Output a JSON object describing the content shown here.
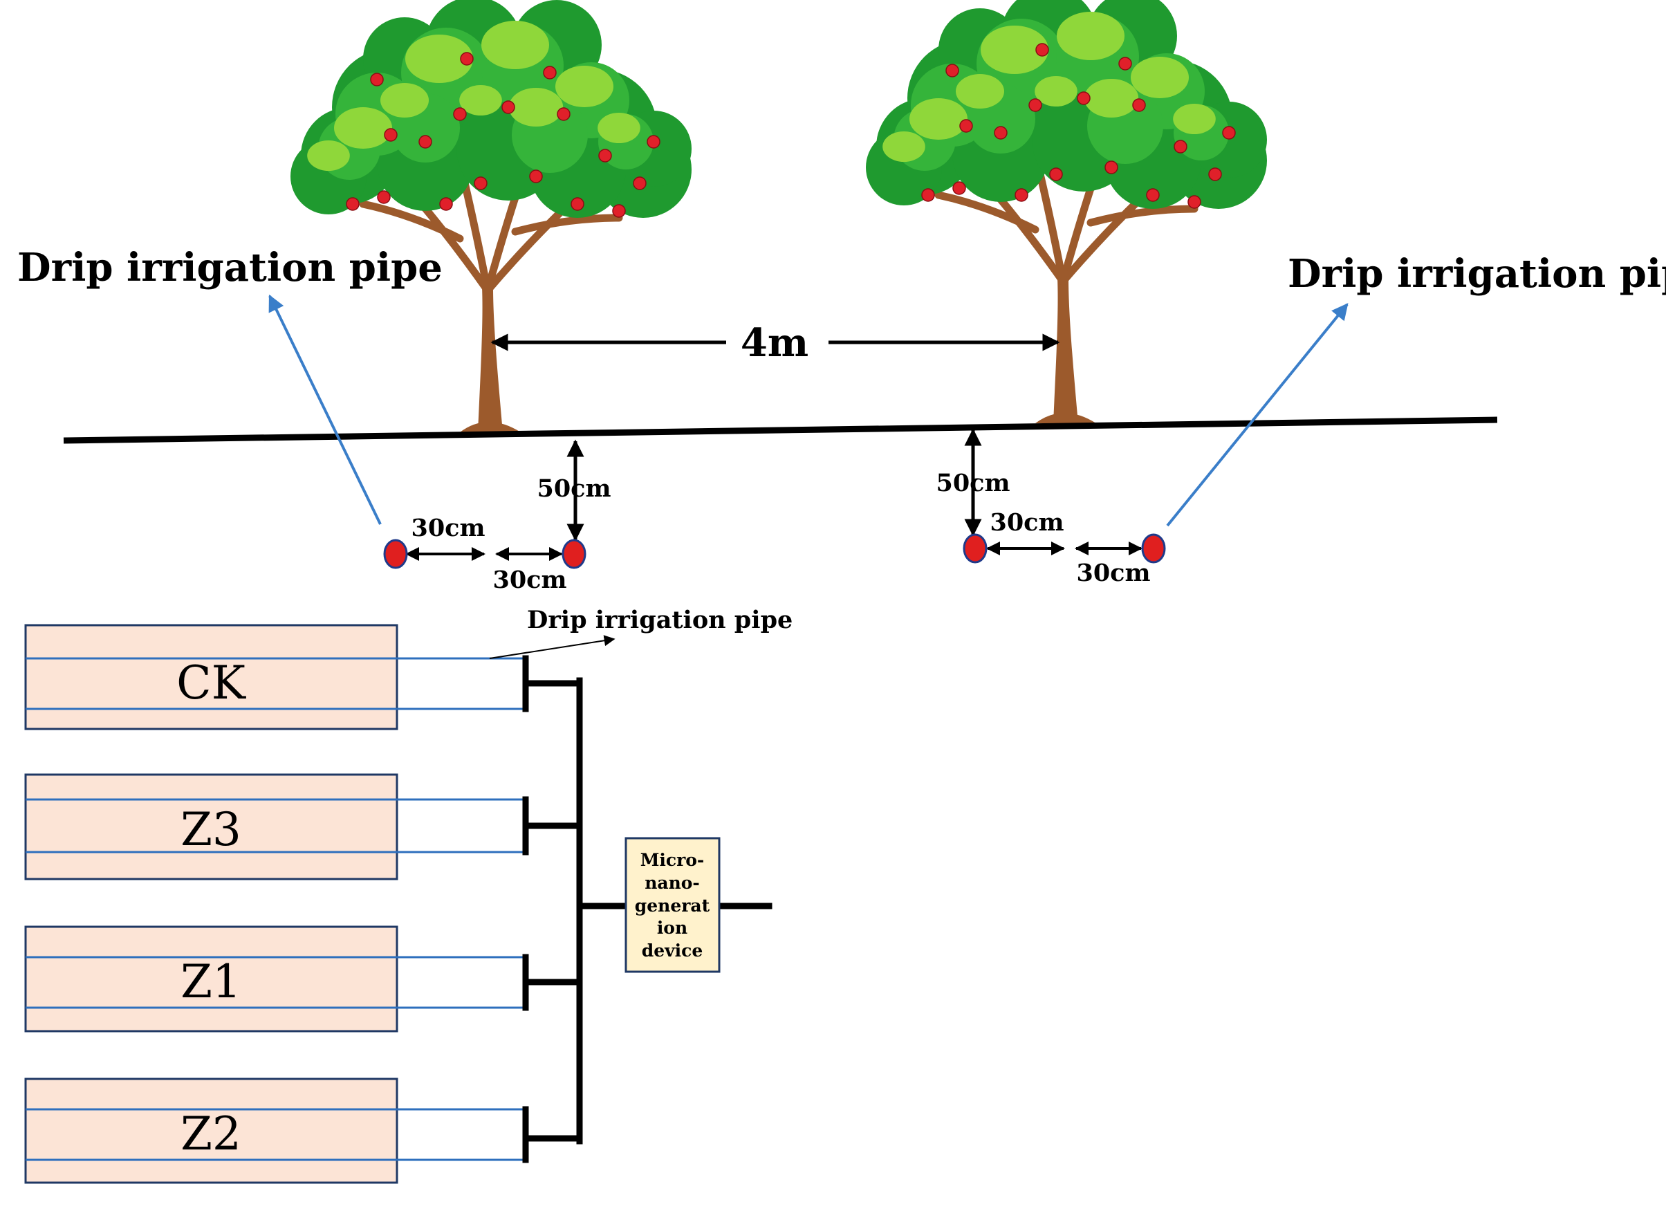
{
  "top_labels": {
    "pipe_left": "Drip irrigation pipe",
    "pipe_right": "Drip irrigation pipe",
    "tree_spacing": "4m",
    "depth_left": "50cm",
    "depth_right": "50cm",
    "spacing_left_1": "30cm",
    "spacing_left_2": "30cm",
    "spacing_right_1": "30cm",
    "spacing_right_2": "30cm"
  },
  "bottom": {
    "pipe_label": "Drip irrigation pipe",
    "plots": [
      {
        "label": "CK"
      },
      {
        "label": "Z3"
      },
      {
        "label": "Z1"
      },
      {
        "label": "Z2"
      }
    ],
    "device": {
      "lines": [
        "Micro-",
        "nano-",
        "generat",
        "ion",
        "device"
      ]
    }
  },
  "colors": {
    "plot_fill": "#fce4d6",
    "pipe_blue": "#2e6fbd",
    "device_fill": "#fff2cc",
    "emitter_red": "#e01f1f",
    "arrow_blue": "#3a7ec9",
    "trunk": "#9c5a2c",
    "leaf_dark": "#1f9a2f",
    "leaf_mid": "#35b43a",
    "leaf_light": "#8fd73a",
    "apple": "#e0202a"
  }
}
